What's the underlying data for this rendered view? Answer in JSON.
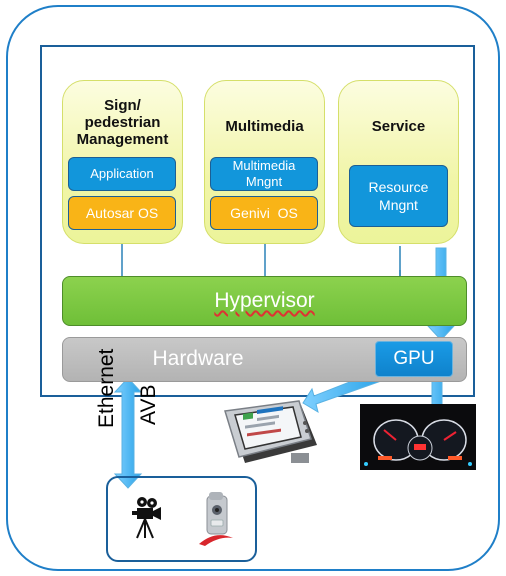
{
  "partitions": [
    {
      "title": "Sign/\npedestrian\nManagement",
      "boxes": [
        "Application",
        "Autosar OS"
      ]
    },
    {
      "title": "Multimedia",
      "boxes": [
        "Multimedia\nMngnt",
        "Genivi  OS"
      ]
    },
    {
      "title": "Service",
      "boxes": [
        "Resource\nMngnt"
      ]
    }
  ],
  "hypervisor": "Hypervisor",
  "hardware": "Hardware",
  "gpu": "GPU",
  "ethernet": "Ethernet",
  "avb": "AVB",
  "icons": [
    "infotainment-display-icon",
    "instrument-cluster-icon",
    "camera-icon",
    "sensor-icon"
  ],
  "colors": {
    "blue_box": "#1296db",
    "orange_box": "#f9b417",
    "hypervisor": "#7ac943",
    "hardware": "#bdbdbd",
    "frame": "#1f7fc8"
  }
}
